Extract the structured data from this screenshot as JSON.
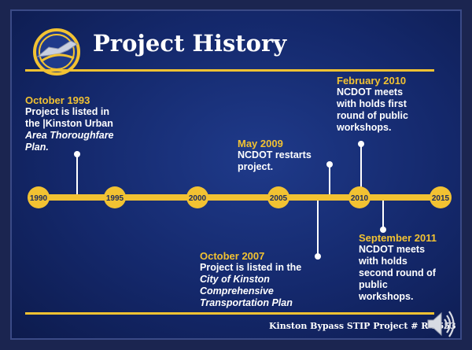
{
  "title": "Project History",
  "timeline": {
    "years": [
      "1990",
      "1995",
      "2000",
      "2005",
      "2010",
      "2015"
    ]
  },
  "events": [
    {
      "date": "October 1993",
      "lines": [
        "Project is listed in",
        "the |Kinston Urban",
        "|Area Thoroughfare",
        "|Plan."
      ]
    },
    {
      "date": "May 2009",
      "lines": [
        "NCDOT restarts",
        "project."
      ]
    },
    {
      "date": "February 2010",
      "lines": [
        "NCDOT meets",
        "with holds first",
        "round of public",
        "workshops."
      ]
    },
    {
      "date": "October 2007",
      "lines": [
        "Project is listed in the",
        "|City of Kinston",
        "|Comprehensive",
        "|Transportation Plan"
      ]
    },
    {
      "date": "September 2011",
      "lines": [
        "NCDOT meets",
        "with holds",
        "second round of",
        "public",
        "workshops."
      ]
    }
  ],
  "footer": "Kinston Bypass STIP Project # R-2553",
  "colors": {
    "accent": "#f2c232",
    "background": "#14286b",
    "text": "#ffffff"
  },
  "icons": {
    "logo": "ncdot-logo",
    "audio": "speaker-icon"
  }
}
